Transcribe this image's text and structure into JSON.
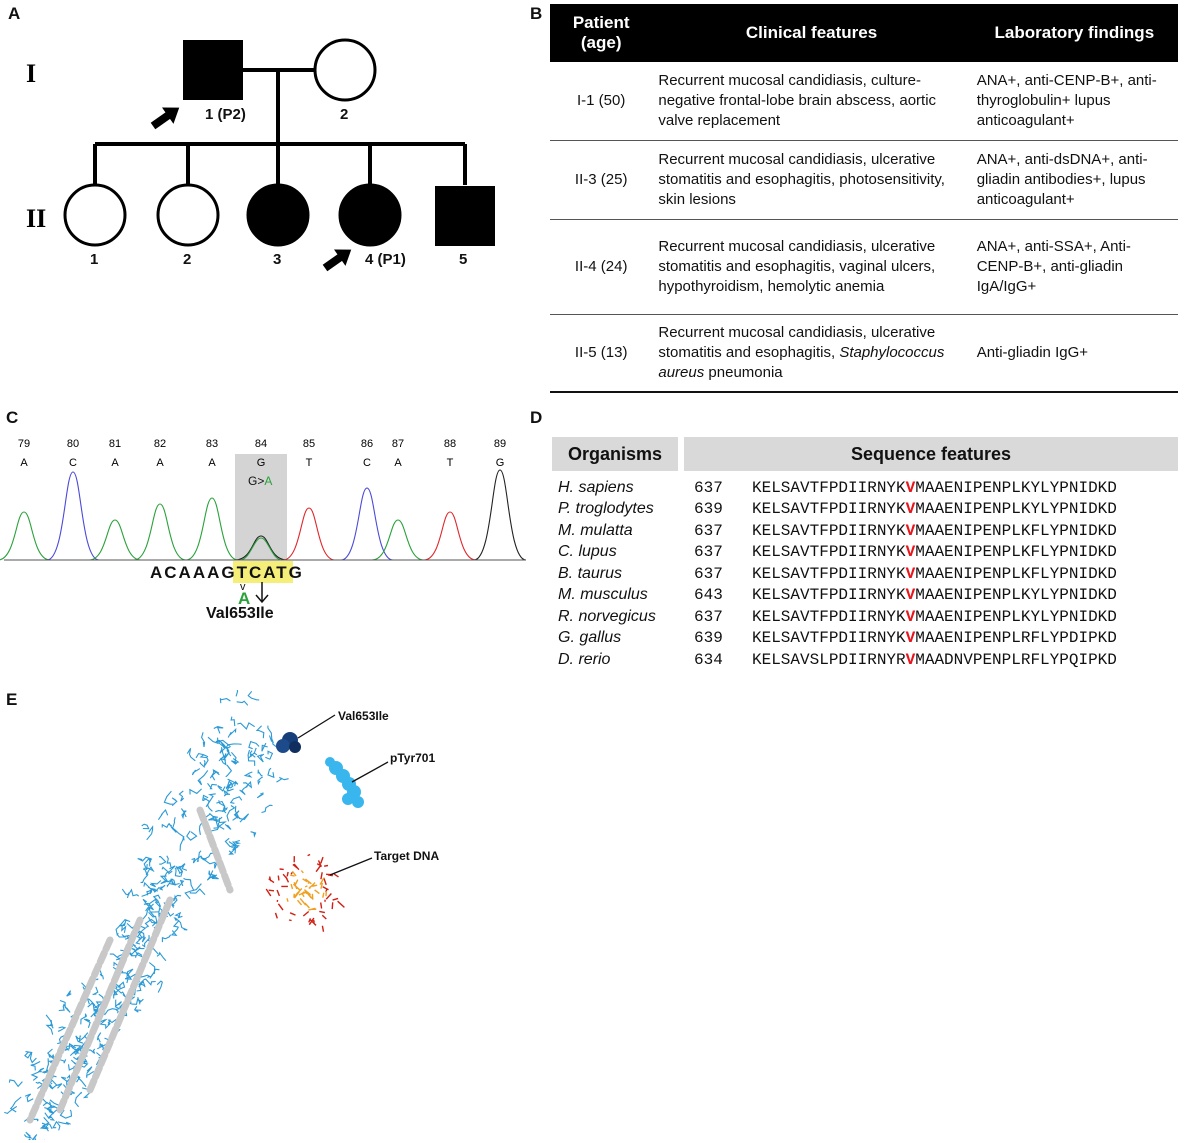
{
  "panel_letters": {
    "a": "A",
    "b": "B",
    "c": "C",
    "d": "D",
    "e": "E"
  },
  "pedigree": {
    "generations": [
      "I",
      "II"
    ],
    "gen1": [
      "1 (P2)",
      "2"
    ],
    "gen2": [
      "1",
      "2",
      "3",
      "4 (P1)",
      "5"
    ]
  },
  "table": {
    "headers": {
      "patient": "Patient (age)",
      "clinical": "Clinical features",
      "lab": "Laboratory findings"
    },
    "rows": [
      {
        "patient": "I-1 (50)",
        "clinical": "Recurrent mucosal candidiasis, culture-negative frontal-lobe brain abscess, aortic valve replacement",
        "lab": "ANA+, anti-CENP-B+, anti-thyroglobulin+ lupus anticoagulant+"
      },
      {
        "patient": "II-3 (25)",
        "clinical": "Recurrent mucosal candidiasis, ulcerative stomatitis and esophagitis, photosensitivity, skin lesions",
        "lab": "ANA+, anti-dsDNA+, anti-gliadin antibodies+, lupus anticoagulant+"
      },
      {
        "patient": "II-4 (24)",
        "clinical": "Recurrent mucosal candidiasis, ulcerative stomatitis and esophagitis, vaginal ulcers, hypothyroidism, hemolytic anemia",
        "lab": "ANA+, anti-SSA+, Anti-CENP-B+, anti-gliadin IgA/IgG+"
      },
      {
        "patient": "II-5 (13)",
        "clinical_main": "Recurrent mucosal candidiasis, ulcerative stomatitis and esophagitis,",
        "clinical_italic": "Staphylococcus aureus",
        "clinical_tail": " pneumonia",
        "lab": "Anti-gliadin IgG+"
      }
    ]
  },
  "chromatogram": {
    "positions": [
      "79",
      "80",
      "81",
      "82",
      "83",
      "84",
      "85",
      "86",
      "87",
      "88",
      "89"
    ],
    "bases": [
      "A",
      "C",
      "A",
      "A",
      "A",
      "G",
      "T",
      "C",
      "A",
      "T",
      "G"
    ],
    "change_ref": "G>",
    "change_alt": "A",
    "sequence_left": "ACAAA",
    "sequence_codon": "GTC",
    "sequence_right": "ATG",
    "alt_base": "A",
    "mutation": "Val653Ile",
    "colors": {
      "A": "#2aa13a",
      "C": "#4a4ad8",
      "G": "#222222",
      "T": "#e0262a"
    }
  },
  "alignment": {
    "headers": {
      "organisms": "Organisms",
      "features": "Sequence features"
    },
    "rows": [
      {
        "organism": "H. sapiens",
        "start": "637",
        "pre": "KELSAVTFPDIIRNYK",
        "var": "V",
        "post": "MAAENIPENPLKYLYPNIDKD"
      },
      {
        "organism": "P. troglodytes",
        "start": "639",
        "pre": "KELSAVTFPDIIRNYK",
        "var": "V",
        "post": "MAAENIPENPLKYLYPNIDKD"
      },
      {
        "organism": "M. mulatta",
        "start": "637",
        "pre": "KELSAVTFPDIIRNYK",
        "var": "V",
        "post": "MAAENIPENPLKFLYPNIDKD"
      },
      {
        "organism": "C. lupus",
        "start": "637",
        "pre": "KELSAVTFPDIIRNYK",
        "var": "V",
        "post": "MAAENIPENPLKFLYPNIDKD"
      },
      {
        "organism": "B. taurus",
        "start": "637",
        "pre": "KELSAVTFPDIIRNYK",
        "var": "V",
        "post": "MAAENIPENPLKFLYPNIDKD"
      },
      {
        "organism": "M. musculus",
        "start": "643",
        "pre": "KELSAVTFPDIIRNYK",
        "var": "V",
        "post": "MAAENIPENPLKYLYPNIDKD"
      },
      {
        "organism": "R. norvegicus",
        "start": "637",
        "pre": "KELSAVTFPDIIRNYK",
        "var": "V",
        "post": "MAAENIPENPLKYLYPNIDKD"
      },
      {
        "organism": "G. gallus",
        "start": "639",
        "pre": "KELSAVTFPDIIRNYK",
        "var": "V",
        "post": "MAAENIPENPLRFLYPDIPKD"
      },
      {
        "organism": "D. rerio",
        "start": "634",
        "pre": "KELSAVSLPDIIRNYR",
        "var": "V",
        "post": "MAADNVPENPLRFLYPQIPKD"
      }
    ],
    "variant_color": "#e8161c"
  },
  "structure": {
    "labels": {
      "variant": "Val653Ile",
      "ptyr": "pTyr701",
      "dna": "Target DNA"
    },
    "colors": {
      "backbone": "#2a9ad6",
      "helix": "#c8c8c8",
      "variant": "#163f7a",
      "ptyr": "#39b6ee",
      "dna_outer": "#d21f14",
      "dna_inner": "#f0a020"
    }
  }
}
